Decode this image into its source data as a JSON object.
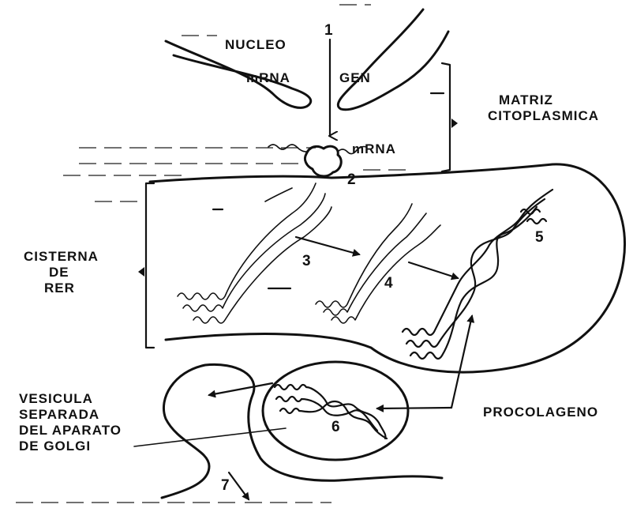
{
  "labels": {
    "nucleo": "NUCLEO",
    "mrna_nucleus": "mRNA",
    "gen": "GEN",
    "mrna_ribosome": "mRNA",
    "matriz_line1": "MATRIZ",
    "matriz_line2": "CITOPLASMICA",
    "cisterna_line1": "CISTERNA",
    "cisterna_line2": "DE",
    "cisterna_line3": "RER",
    "vesicula_line1": "VESICULA",
    "vesicula_line2": "SEPARADA",
    "vesicula_line3": "DEL APARATO",
    "vesicula_line4": "DE GOLGI",
    "procolageno": "PROCOLAGENO"
  },
  "steps": [
    "1",
    "2",
    "3",
    "4",
    "5",
    "6",
    "7"
  ]
}
